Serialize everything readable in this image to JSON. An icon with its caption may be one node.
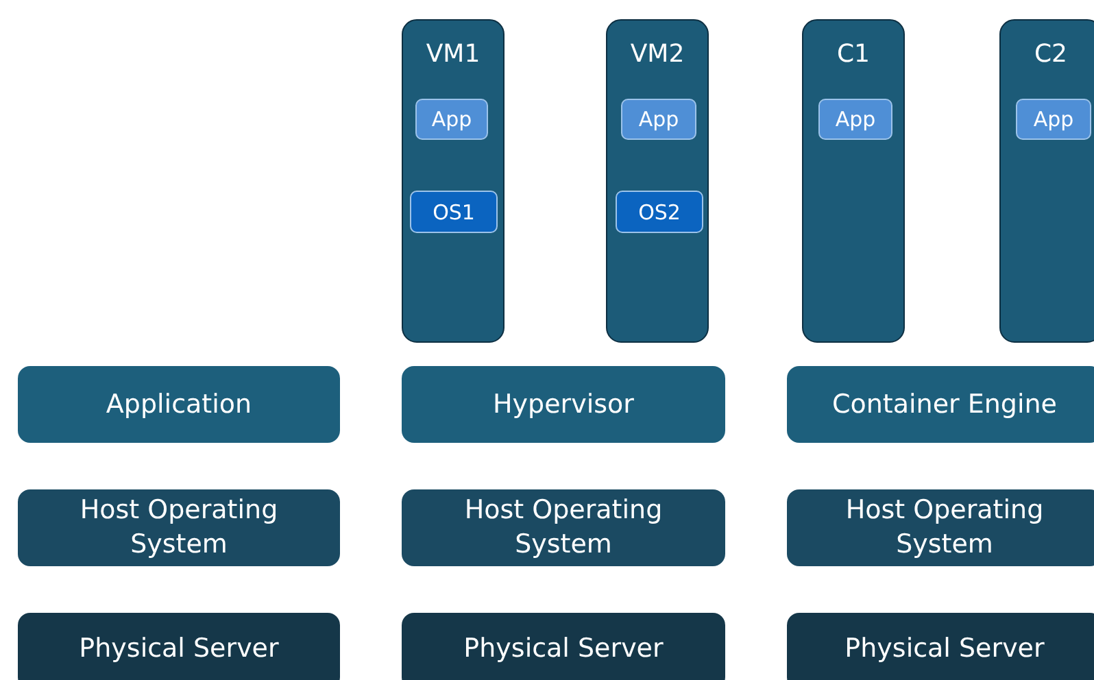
{
  "diagram": {
    "nodes": [
      {
        "text": [
          "VM1"
        ]
      },
      {
        "text": [
          "App"
        ],
        "in": 0
      },
      {
        "text": [
          "OS1"
        ],
        "in": 0
      },
      {
        "text": [
          "VM2"
        ]
      },
      {
        "text": [
          "App"
        ],
        "in": 3
      },
      {
        "text": [
          "OS2"
        ],
        "in": 3
      },
      {
        "text": [
          "C1"
        ]
      },
      {
        "text": [
          "App"
        ],
        "in": 6
      },
      {
        "text": [
          "C2"
        ]
      },
      {
        "text": [
          "App"
        ],
        "in": 8
      },
      {
        "text": [
          "Application"
        ]
      },
      {
        "text": [
          "Hypervisor"
        ]
      },
      {
        "text": [
          "Container Engine"
        ]
      },
      {
        "text": [
          "Host Operating System"
        ]
      },
      {
        "text": [
          "Host Operating System"
        ]
      },
      {
        "text": [
          "Host Operating System"
        ]
      },
      {
        "text": [
          "Physical Server"
        ]
      },
      {
        "text": [
          "Physical Server"
        ]
      },
      {
        "text": [
          "Physical Server"
        ]
      }
    ],
    "edges": []
  }
}
